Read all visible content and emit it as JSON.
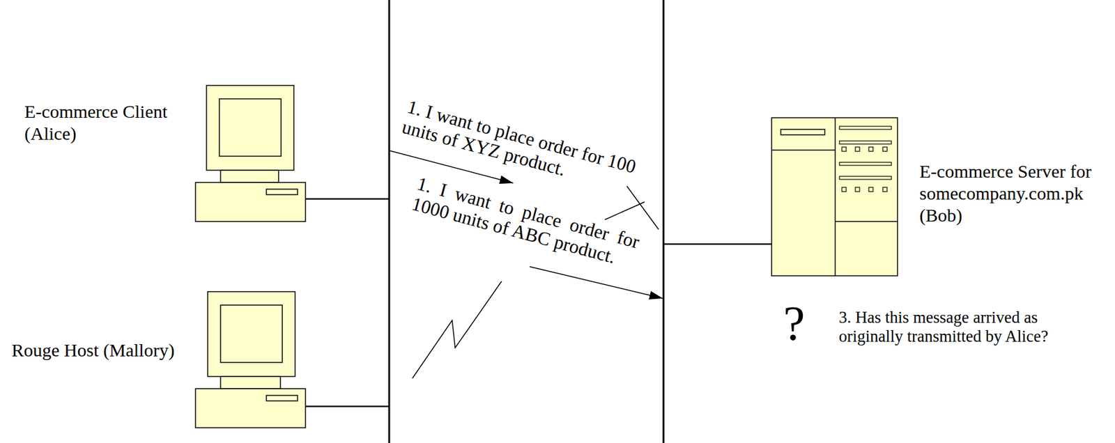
{
  "diagram": {
    "nodes": [
      {
        "text": [
          "E-commerce Client (Alice)"
        ]
      },
      {
        "text": [
          "E-commerce Server for somecompany.com.pk (Bob)"
        ]
      },
      {
        "text": [
          "Rouge Host (Mallory)"
        ]
      }
    ],
    "labels": [
      "1. I want to place order for 100 units of XYZ product.",
      "1. I want to place order for 1000 units of ABC product.",
      "?",
      "3. Has this message arrived as originally transmitted by Alice?"
    ]
  }
}
